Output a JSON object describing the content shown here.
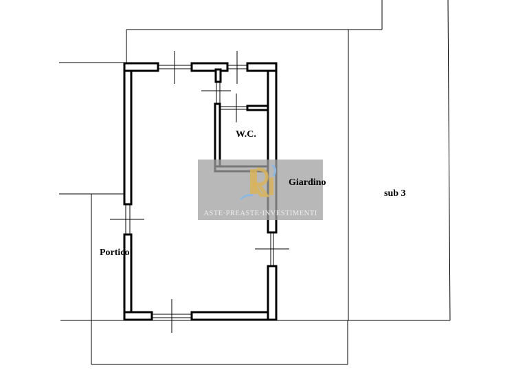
{
  "labels": {
    "wc": "W.C.",
    "giardino": "Giardino",
    "sub3": "sub 3",
    "portico": "Portico"
  },
  "watermark": {
    "text": "ASTE·PREASTE·INVESTIMENTI",
    "logo_colors": {
      "gold": "#d8b35a",
      "blue": "#8fb8e0"
    }
  }
}
